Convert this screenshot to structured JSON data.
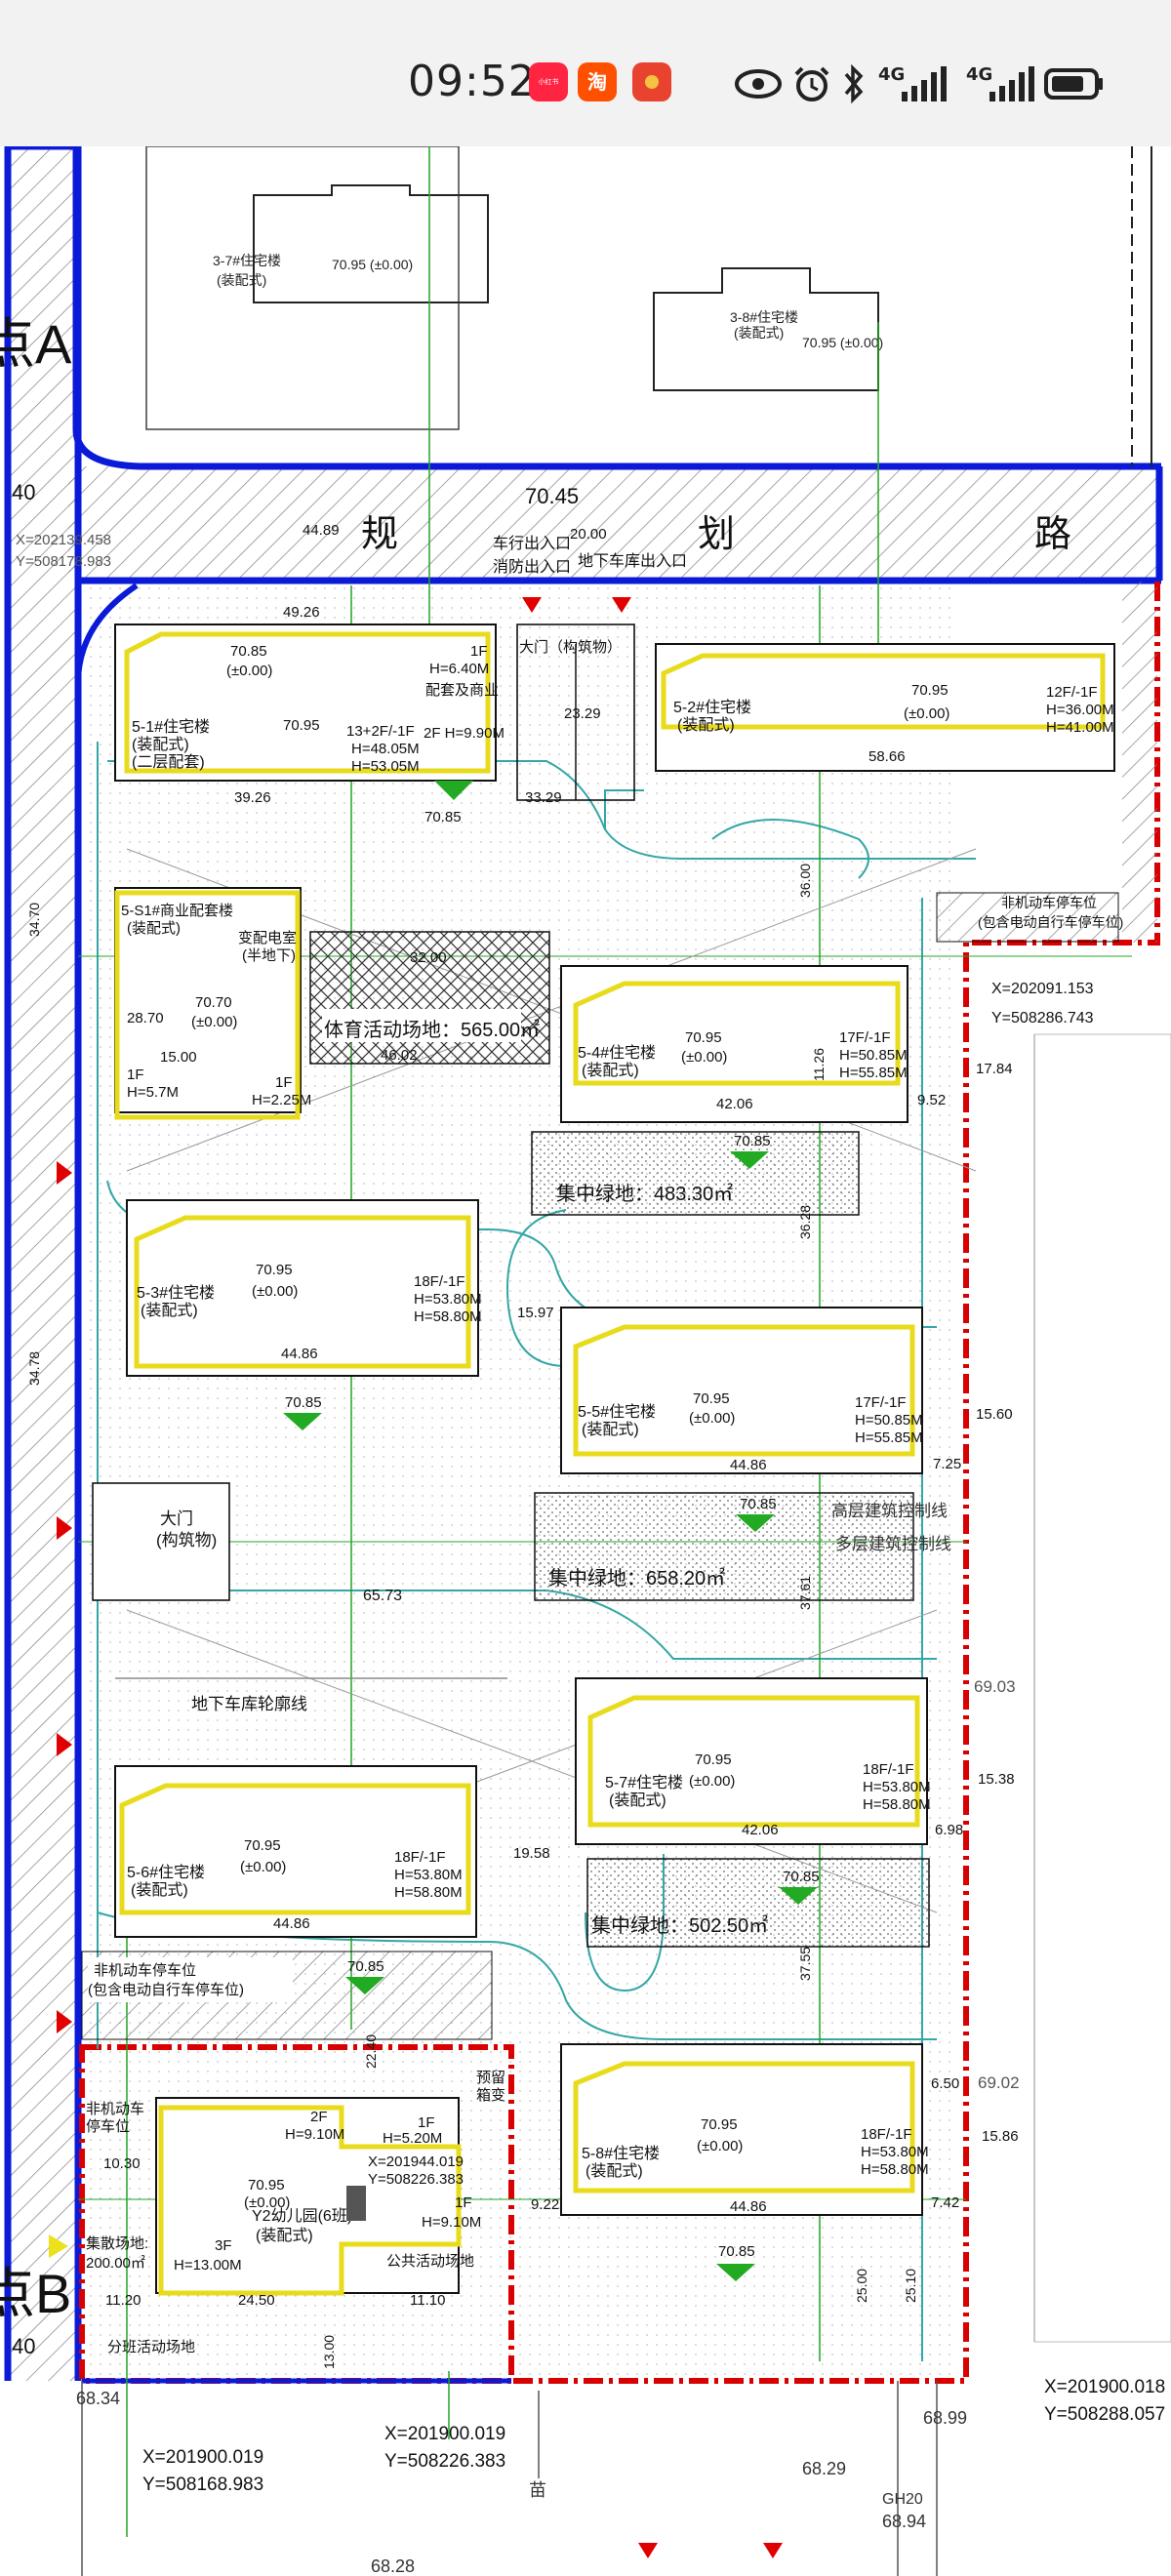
{
  "status_bar": {
    "time": "09:52",
    "app1": "小红书",
    "app2": "淘",
    "network1": "4G",
    "network2": "4G"
  },
  "plan": {
    "road_name_chars": [
      "规",
      "划",
      "路"
    ],
    "road_width": "70.45",
    "corner_a": "点A",
    "corner_b": "点B",
    "coord_1": "X=202139.458",
    "coord_1y": "Y=508178.983",
    "coord_2": "X=202091.153",
    "coord_2y": "Y=508286.743",
    "coord_3": "X=201944.019",
    "coord_3y": "Y=508226.383",
    "coord_4": "X=201900.018",
    "coord_4y": "Y=508288.057",
    "coord_5": "X=201900.019",
    "coord_5y": "Y=508168.983",
    "coord_6": "X=201900.019",
    "coord_6y": "Y=508226.383",
    "gate_top": "大门（构筑物）",
    "gate_left_1": "大门",
    "gate_left_2": "(构筑物)",
    "entrance_1": "车行出入口",
    "entrance_2": "消防出入口",
    "entrance_3": "地下车库出入口",
    "bldg_37": "3-7#住宅楼",
    "bldg_37b": "(装配式)",
    "bldg_37c": "70.95 (±0.00)",
    "bldg_38": "3-8#住宅楼",
    "bldg_38b": "(装配式)",
    "bldg_38c": "70.95 (±0.00)",
    "b1_name": "5-1#住宅楼",
    "b1_sub": "(装配式)",
    "b1_sub2": "(二层配套)",
    "b1_h": "13+2F/-1F",
    "b1_h2": "H=48.05M",
    "b1_h3": "H=53.05M",
    "b1_com": "1F",
    "b1_com2": "H=6.40M",
    "b1_com3": "配套及商业",
    "b1_com4": "2F H=9.90M",
    "b2_name": "5-2#住宅楼",
    "b2_sub": "(装配式)",
    "b2_h": "12F/-1F",
    "b2_h2": "H=36.00M",
    "b2_h3": "H=41.00M",
    "s1_name": "5-S1#商业配套楼",
    "s1_sub": "(装配式)",
    "s1_sub2": "变配电室",
    "s1_sub3": "(半地下)",
    "s1_h": "1F",
    "s1_h2": "H=5.7M",
    "s1_h3": "1F",
    "s1_h4": "H=2.25M",
    "sport": "体育活动场地：565.00㎡",
    "b4_name": "5-4#住宅楼",
    "b4_sub": "(装配式)",
    "b4_h": "17F/-1F",
    "b4_h2": "H=50.85M",
    "b4_h3": "H=55.85M",
    "green_1": "集中绿地：483.30㎡",
    "b3_name": "5-3#住宅楼",
    "b3_sub": "(装配式)",
    "b3_h": "18F/-1F",
    "b3_h2": "H=53.80M",
    "b3_h3": "H=58.80M",
    "b5_name": "5-5#住宅楼",
    "b5_sub": "(装配式)",
    "b5_h": "17F/-1F",
    "b5_h2": "H=50.85M",
    "b5_h3": "H=55.85M",
    "ctrl_1": "高层建筑控制线",
    "ctrl_2": "多层建筑控制线",
    "green_2": "集中绿地：658.20㎡",
    "garage_line": "地下车库轮廓线",
    "b7_name": "5-7#住宅楼",
    "b7_sub": "(装配式)",
    "b7_h": "18F/-1F",
    "b7_h2": "H=53.80M",
    "b7_h3": "H=58.80M",
    "b6_name": "5-6#住宅楼",
    "b6_sub": "(装配式)",
    "b6_h": "18F/-1F",
    "b6_h2": "H=53.80M",
    "b6_h3": "H=58.80M",
    "green_3": "集中绿地：502.50㎡",
    "bike_1": "非机动车停车位",
    "bike_2": "(包含电动自行车停车位)",
    "bike_3": "非机动车停车位",
    "bike_4": "(包含电动自行车停车位)",
    "bike_5": "非机动车",
    "bike_6": "停车位",
    "kg_name": "Y2幼儿园(6班)",
    "kg_sub": "(装配式)",
    "kg_h1": "2F",
    "kg_h1b": "H=9.10M",
    "kg_h2": "1F",
    "kg_h2b": "H=5.20M",
    "kg_h3": "1F",
    "kg_h3b": "H=9.10M",
    "kg_h4": "3F",
    "kg_h4b": "H=13.00M",
    "kg_pre": "预留",
    "kg_pre2": "箱变",
    "assembly": "集散场地:",
    "assembly2": "200.00㎡",
    "public_field": "公共活动场地",
    "class_field": "分班活动场地",
    "b8_name": "5-8#住宅楼",
    "b8_sub": "(装配式)",
    "b8_h": "18F/-1F",
    "b8_h2": "H=53.80M",
    "b8_h3": "H=58.80M",
    "elev_7085": "70.85",
    "elev_7095": "70.95",
    "elev_zero": "(±0.00)",
    "elev_7070": "70.70",
    "elev_6903": "69.03",
    "elev_6902": "69.02",
    "elev_6834": "68.34",
    "elev_6899": "68.99",
    "elev_6829": "68.29",
    "elev_6894": "68.94",
    "elev_6828": "68.28",
    "dim_4926": "49.26",
    "dim_3926": "39.26",
    "dim_3329": "33.29",
    "dim_5866": "58.66",
    "dim_2329": "23.29",
    "dim_4206": "42.06",
    "dim_4486": "44.86",
    "dim_3200": "32.00",
    "dim_4602": "46.02",
    "dim_1500": "15.00",
    "dim_6573": "65.73",
    "dim_3761": "37.61",
    "dim_2450": "24.50",
    "dim_1110": "11.10",
    "dim_1120": "11.20",
    "dim_1784": "17.84",
    "dim_1560": "15.60",
    "dim_1538": "15.38",
    "dim_1586": "15.86",
    "dim_4489": "44.89",
    "dim_2000": "20.00",
    "dim_2510": "25.10",
    "dim_2500": "25.00",
    "dim_3600": "36.00",
    "dim_3628": "36.28",
    "dim_3755": "37.55",
    "dim_1126": "11.26",
    "dim_2870": "28.70",
    "dim_1030": "10.30",
    "dim_2240": "22.40",
    "dim_1300": "13.00",
    "dim_1597": "15.97",
    "dim_1958": "19.58",
    "dim_952": "9.52",
    "dim_922": "9.22",
    "dim_698": "6.98",
    "dim_725": "7.25",
    "dim_650": "6.50",
    "dim_242": "7.42",
    "dim_4470": "34.70",
    "dim_3476": "34.78",
    "dim_4038": "40",
    "mark_gh": "GH20",
    "mark_miao": "苗"
  }
}
